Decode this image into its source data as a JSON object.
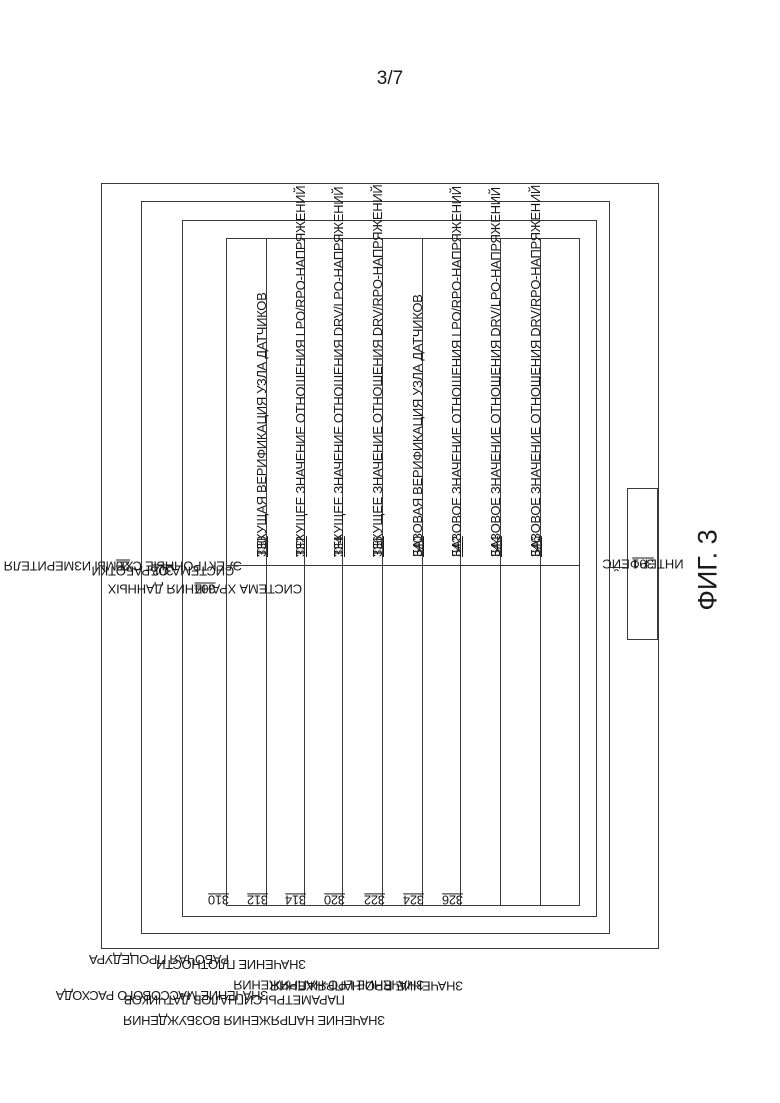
{
  "page_number": "3/7",
  "figure_caption": "ФИГ. 3",
  "meter_electronics": {
    "label": "ЭЛЕКТРОННЫЕ СХЕМЫ ИЗМЕРИТЕЛЯ",
    "ref": "20"
  },
  "processing_system": {
    "label": "СИСТЕМА ОБРАБОТКИ",
    "ref": "302"
  },
  "storage_system": {
    "label": "СИСТЕМА ХРАНЕНИЯ ДАННЫХ",
    "ref": "304"
  },
  "interface": {
    "label": "ИНТЕРФЕЙС",
    "ref": "301"
  },
  "table_rows": [
    {
      "left": "РАБОЧАЯ ПРОЦЕДУРА",
      "left_ref": "310",
      "right": "ТЕКУЩАЯ ВЕРИФИКАЦИЯ УЗЛА ДАТЧИКОВ",
      "right_ref": "330"
    },
    {
      "left": "ЗНАЧЕНИЕ МАССОВОГО РАСХОДА",
      "left_ref": "312",
      "right": "ТЕКУЩЕЕ ЗНАЧЕНИЕ ОТНОШЕНИЯ LPO/RPO-НАПРЯЖЕНИЙ",
      "right_ref": "332"
    },
    {
      "left": "ЗНАЧЕНИЕ ПЛОТНОСТИ",
      "left_ref": "314",
      "right": "ТЕКУЩЕЕ ЗНАЧЕНИЕ ОТНОШЕНИЯ DRV/LPO-НАПРЯЖЕНИЙ",
      "right_ref": "334"
    },
    {
      "left": "ПАРАМЕТРЫ СИГНАЛОВ ДАТЧИКОВ",
      "left_ref": "320",
      "right": "ТЕКУЩЕЕ ЗНАЧЕНИЕ ОТНОШЕНИЯ DRV/RPO-НАПРЯЖЕНИЙ",
      "right_ref": "336"
    },
    {
      "left": "ЗНАЧЕНИЕ НАПРЯЖЕНИЯ ВОЗБУЖДЕНИЯ",
      "left_ref": "322",
      "right": "БАЗОВАЯ ВЕРИФИКАЦИЯ УЗЛА ДАТЧИКОВ",
      "right_ref": "340"
    },
    {
      "left": "ЗНАЧЕНИЕ LPO-НАПРЯЖЕНИЯ",
      "left_ref": "324",
      "right": "БАЗОВОЕ ЗНАЧЕНИЕ ОТНОШЕНИЯ LPO/RPO-НАПРЯЖЕНИЙ",
      "right_ref": "342"
    },
    {
      "left": "ЗНАЧЕНИЕ RPO-НАПРЯЖЕНИЯ",
      "left_ref": "326",
      "right": "БАЗОВОЕ ЗНАЧЕНИЕ ОТНОШЕНИЯ DRV/LPO-НАПРЯЖЕНИЙ",
      "right_ref": "344"
    },
    {
      "left": "",
      "left_ref": "",
      "right": "БАЗОВОЕ ЗНАЧЕНИЕ ОТНОШЕНИЯ DRV/RPO-НАПРЯЖЕНИЙ",
      "right_ref": "346"
    },
    {
      "left": "",
      "left_ref": "",
      "right": "",
      "right_ref": ""
    }
  ]
}
